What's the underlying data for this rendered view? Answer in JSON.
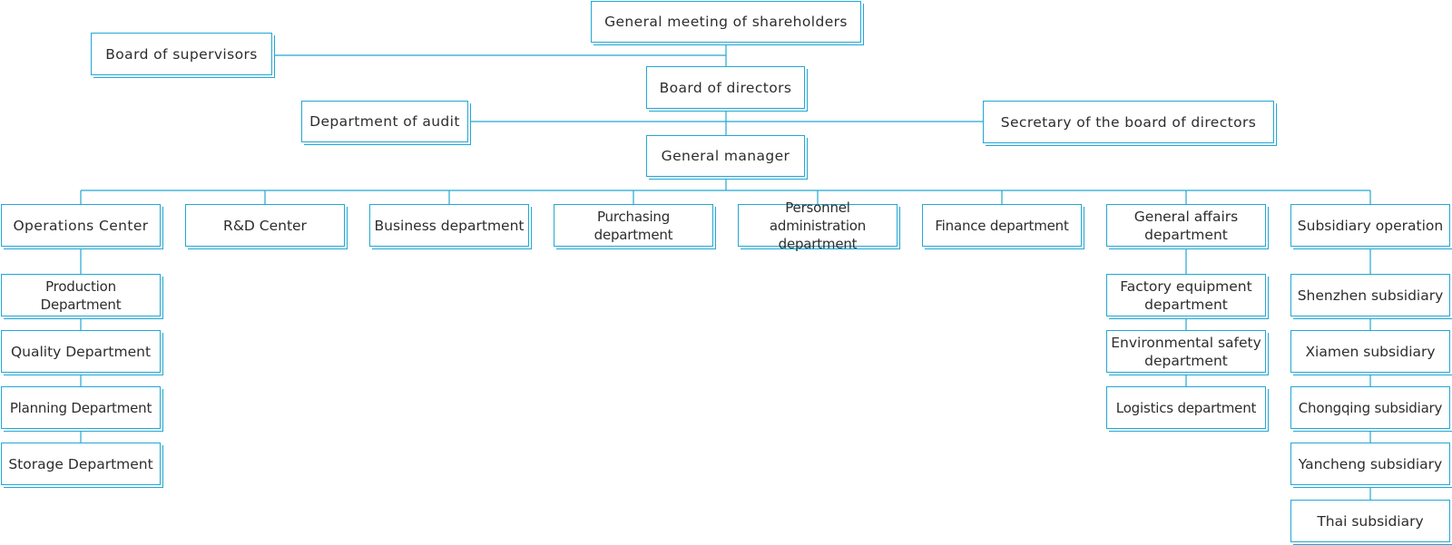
{
  "colors": {
    "line": "#22a7d4",
    "border": "#22a7d4",
    "text": "#2d2d2d"
  },
  "org": {
    "shareholders": "General meeting of shareholders",
    "supervisors": "Board of supervisors",
    "directors": "Board of directors",
    "audit": "Department of audit",
    "secretary": "Secretary of the board of directors",
    "manager": "General manager",
    "operations": "Operations Center",
    "rd": "R&D Center",
    "business": "Business department",
    "purchasing": "Purchasing department",
    "personnel": "Personnel administration department",
    "finance": "Finance department",
    "general_affairs": "General affairs department",
    "subsidiary_op": "Subsidiary operation",
    "operations_children": [
      "Production Department",
      "Quality Department",
      "Planning Department",
      "Storage Department"
    ],
    "general_affairs_children": [
      "Factory equipment department",
      "Environmental safety department",
      "Logistics department"
    ],
    "subsidiary_children": [
      "Shenzhen subsidiary",
      "Xiamen subsidiary",
      "Chongqing subsidiary",
      "Yancheng subsidiary",
      "Thai subsidiary"
    ]
  }
}
